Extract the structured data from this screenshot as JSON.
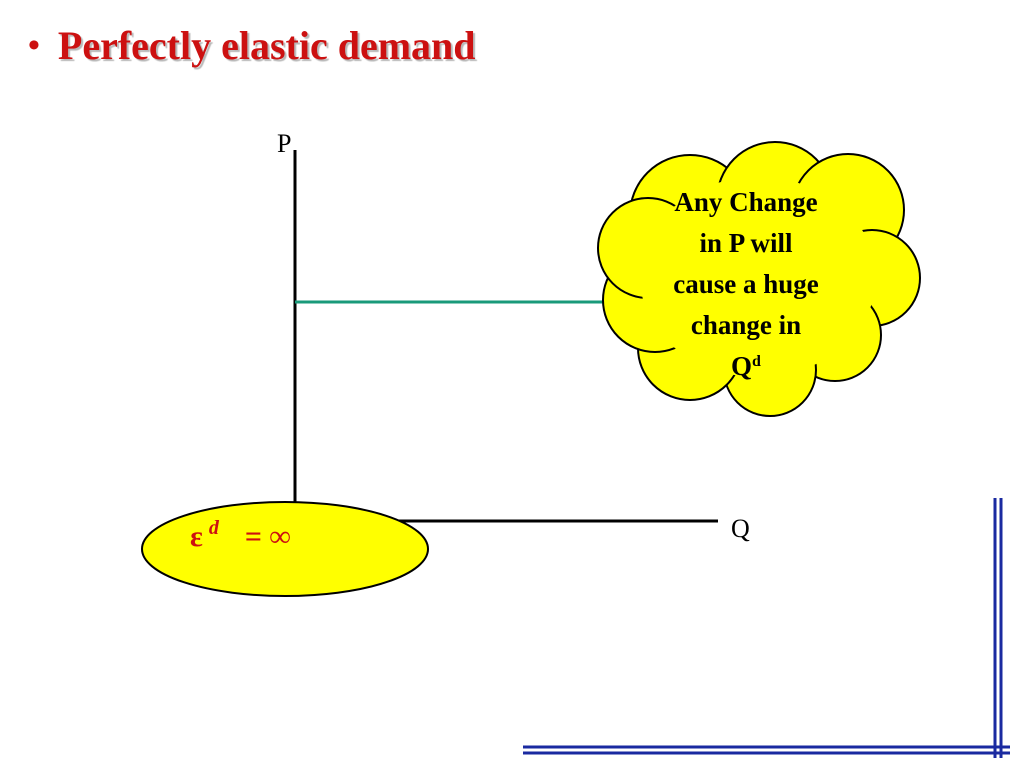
{
  "title": {
    "bullet": "•",
    "text": "Perfectly elastic demand"
  },
  "diagram": {
    "y_axis_label": "P",
    "x_axis_label": "Q",
    "callout": {
      "lines": [
        "Any Change",
        "in P will",
        "cause a huge",
        "change in"
      ],
      "last_line_base": "Q",
      "last_line_sup": "d"
    },
    "formula": {
      "symbol": "ε",
      "superscript": "d",
      "equals": "= ∞"
    }
  },
  "colors": {
    "title": "#cc1111",
    "demand_line": "#1a9a7a",
    "bubble_fill": "#ffff00",
    "frame_blue": "#1a2aa0"
  }
}
